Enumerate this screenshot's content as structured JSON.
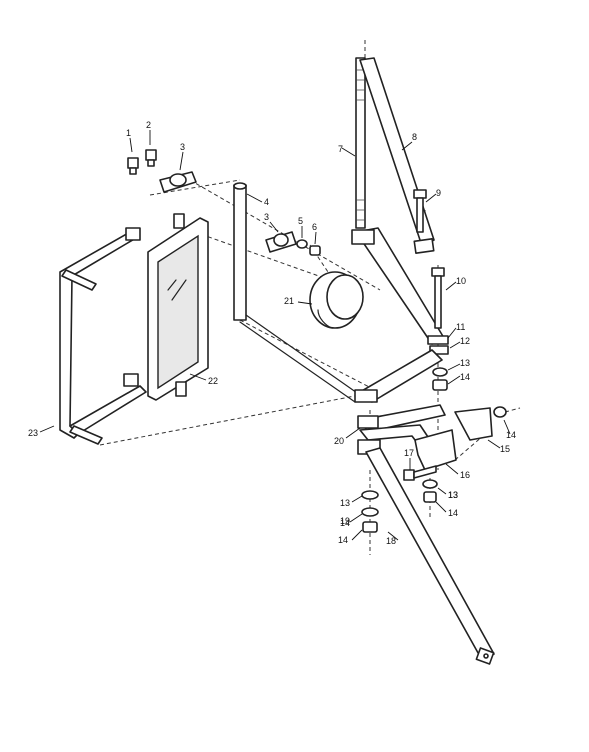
{
  "callouts": [
    "1",
    "2",
    "3",
    "4",
    "3",
    "5",
    "6",
    "7",
    "8",
    "9",
    "10",
    "11",
    "12",
    "13",
    "14",
    "21",
    "22",
    "23",
    "20",
    "13",
    "14",
    "17",
    "16",
    "15",
    "14",
    "13",
    "19",
    "14",
    "18",
    "13",
    "14"
  ]
}
